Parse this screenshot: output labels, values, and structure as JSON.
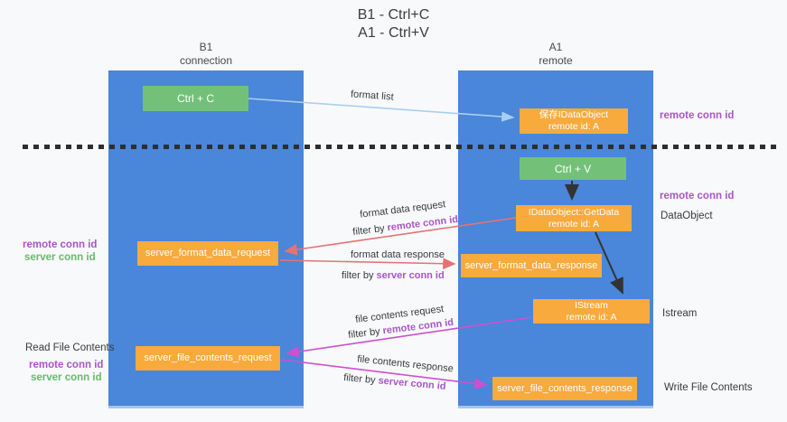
{
  "title": {
    "line1": "B1 - Ctrl+C",
    "line2": "A1 - Ctrl+V"
  },
  "colors": {
    "column_blue": "#4a86d9",
    "box_green": "#73c178",
    "box_orange": "#f8aa3d",
    "arrow_lightblue": "#a9cfef",
    "arrow_salmon": "#e57373",
    "arrow_magenta": "#cf4fd0",
    "arrow_black": "#333333",
    "label_purple": "#a855c8",
    "label_green": "#66bb6a"
  },
  "columns": {
    "left": {
      "header_line1": "B1",
      "header_line2": "connection"
    },
    "right": {
      "header_line1": "A1",
      "header_line2": "remote"
    }
  },
  "boxes": {
    "ctrl_c": {
      "label": "Ctrl + C"
    },
    "save_dataobject": {
      "line1": "保存IDataObject",
      "line2": "remote id: A"
    },
    "ctrl_v": {
      "label": "Ctrl + V"
    },
    "getdata": {
      "line1": "IDataObject::GetData",
      "line2": "remote id: A"
    },
    "format_request": {
      "label": "server_format_data_request"
    },
    "format_response": {
      "label": "server_format_data_response"
    },
    "istream": {
      "line1": "IStream",
      "line2": "remote id: A"
    },
    "file_request": {
      "label": "server_file_contents_request"
    },
    "file_response": {
      "label": "server_file_contents_response"
    }
  },
  "flow_labels": {
    "format_list": "format list",
    "format_data_request": "format data request",
    "format_data_response": "format data response",
    "file_contents_request": "file contents request",
    "file_contents_response": "file contents response",
    "filter_by": "filter by ",
    "remote_conn_id": "remote conn id",
    "server_conn_id": "server conn id"
  },
  "side_labels": {
    "right_remote_conn_id_top": "remote conn id",
    "right_remote_conn_id_mid": "remote conn id",
    "dataobject": "DataObject",
    "istream": "Istream",
    "write_file_contents": "Write File Contents",
    "left_remote_conn_id_top": "remote conn id",
    "left_server_conn_id_top": "server conn id",
    "read_file_contents": "Read File Contents",
    "left_remote_conn_id_bottom": "remote conn id",
    "left_server_conn_id_bottom": "server conn id"
  }
}
